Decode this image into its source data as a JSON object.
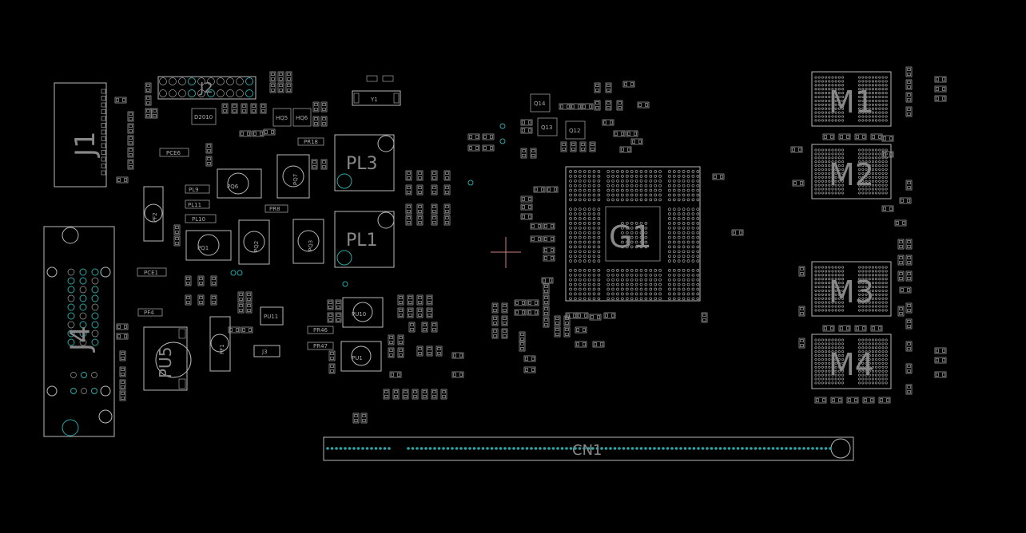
{
  "colors": {
    "background": "#000000",
    "outline": "#b8b8b8",
    "via": "#2aa6a6",
    "cursor": "#d08080"
  },
  "cursor_icon": "crosshair-cursor-icon",
  "labels": {
    "J1": "J1",
    "J2": "J2",
    "J3": "J3",
    "J4": "J4",
    "Y1": "Y1",
    "PL3": "PL3",
    "PL1": "PL1",
    "PQ6": "PQ6",
    "PQ1": "PQ1",
    "PQ2": "PQ2",
    "PQ3": "PQ3",
    "PQ7": "PQ7",
    "PU5": "PU5",
    "PF1": "PF1",
    "PF2": "PF2",
    "PU10": "PU10",
    "PU1": "PU1",
    "PU11": "PU11",
    "G1": "G1",
    "M1": "M1",
    "M2": "M2",
    "M3": "M3",
    "M4": "M4",
    "CN1": "CN1",
    "Q14": "Q14",
    "Q13": "Q13",
    "Q12": "Q12",
    "HQ5": "HQ5",
    "HQ6": "HQ6",
    "D2010": "D2010",
    "PCE6": "PCE6",
    "PCE1": "PCE1",
    "PL9": "PL9",
    "PL11": "PL11",
    "PL10": "PL10",
    "PR8": "PR8",
    "PR18": "PR18",
    "PR46": "PR46",
    "PR47": "PR47",
    "PF4": "PF4"
  }
}
